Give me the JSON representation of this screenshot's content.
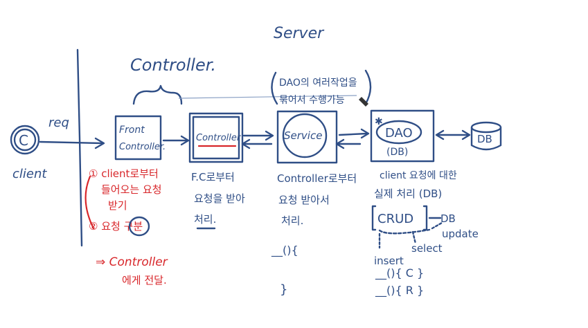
{
  "labels": {
    "server": "Server",
    "controller_group": "Controller.",
    "client": "client",
    "req": "req",
    "dao_note_line1": "DAO의 여러작업을",
    "dao_note_line2": "묶어서 수행가능",
    "front_controller_line1": "Front",
    "front_controller_line2": "Controller.",
    "controller_box": "Controller",
    "service_box": "Service",
    "dao_box": "DAO",
    "dao_db_sub": "(DB)",
    "db": "DB",
    "client_circle": "C"
  },
  "notes": {
    "front_1": "① client로부터",
    "front_2": "들어오는 요청",
    "front_3": "받기",
    "front_4": "② 요청 구분",
    "front_5": "⇒ Controller",
    "front_6": "에게 전달.",
    "controller_1": "F.C로부터",
    "controller_2": "요청을 받아",
    "controller_3": "처리.",
    "service_1": "Controller로부터",
    "service_2": "요청 받아서",
    "service_3": "처리.",
    "service_code_1": "__(){",
    "service_code_2": "}",
    "dao_1": "client 요청에 대한",
    "dao_2": "실제 처리 (DB)",
    "crud": "CRUD",
    "crud_db": "DB",
    "update": "update",
    "select": "select",
    "insert": "insert",
    "dao_code_1": "__(){ C }",
    "dao_code_2": "__(){ R }"
  },
  "colors": {
    "ink_blue": "#2f4e86",
    "ink_red": "#d8262a"
  }
}
